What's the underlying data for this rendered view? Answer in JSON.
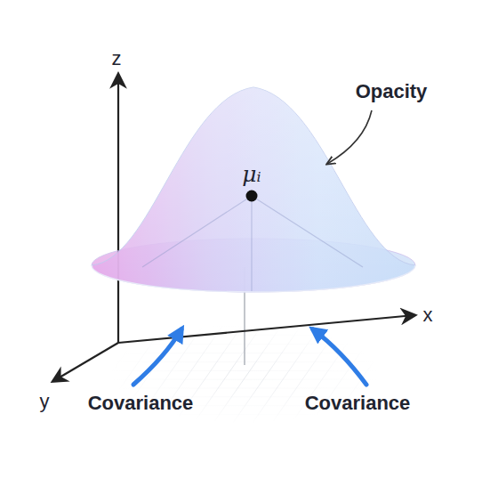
{
  "diagram": {
    "labels": [
      "z",
      "x",
      "y",
      "Opacity",
      "μᵢ",
      "Covariance",
      "Covariance"
    ]
  }
}
